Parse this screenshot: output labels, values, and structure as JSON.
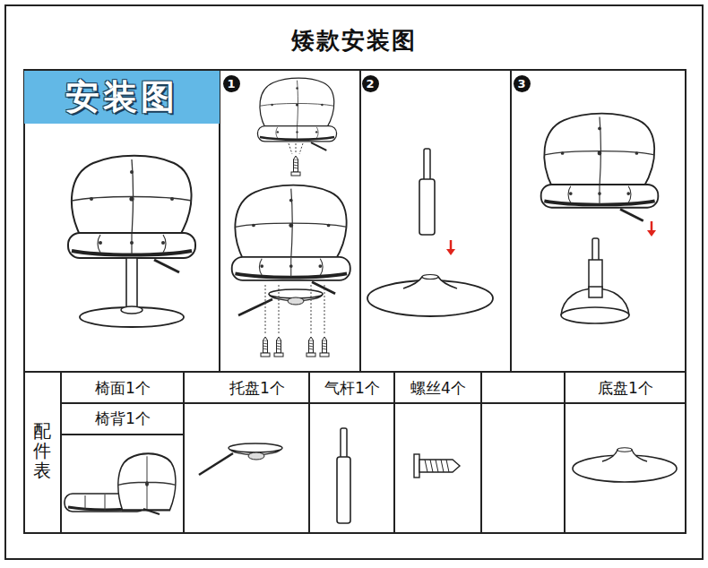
{
  "diagram": {
    "title": "矮款安装图",
    "nodes": [
      {
        "text": [
          "安装图"
        ]
      },
      {
        "text": [
          "1"
        ]
      },
      {
        "text": [
          "2"
        ]
      },
      {
        "text": [
          "3"
        ]
      }
    ],
    "labels": [
      "椅面1个",
      "托盘1个",
      "气杆1个",
      "螺丝4个",
      "底盘1个",
      "配件表",
      "椅背1个"
    ]
  }
}
